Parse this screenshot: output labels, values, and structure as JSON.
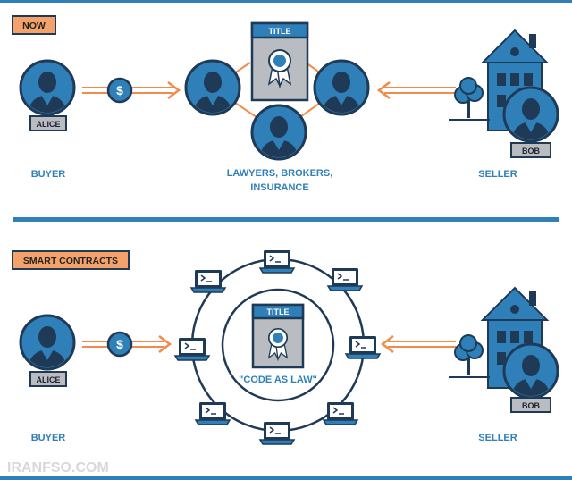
{
  "now": {
    "tag": "NOW",
    "buyer_badge": "ALICE",
    "buyer_caption": "BUYER",
    "title_card": "TITLE",
    "middle_caption_line1": "LAWYERS, BROKERS,",
    "middle_caption_line2": "INSURANCE",
    "seller_badge": "BOB",
    "seller_caption": "SELLER"
  },
  "smart": {
    "tag": "SMART CONTRACTS",
    "buyer_badge": "ALICE",
    "buyer_caption": "BUYER",
    "title_card": "TITLE",
    "center_caption": "\"CODE AS LAW\"",
    "seller_badge": "BOB",
    "seller_caption": "SELLER"
  },
  "watermark": "IRANFSO.COM",
  "colors": {
    "blue": "#2f7fb8",
    "dark_navy": "#1f3a56",
    "orange": "#f08b4a",
    "tag_fill": "#f5a26a",
    "gray": "#b9bcc0"
  }
}
